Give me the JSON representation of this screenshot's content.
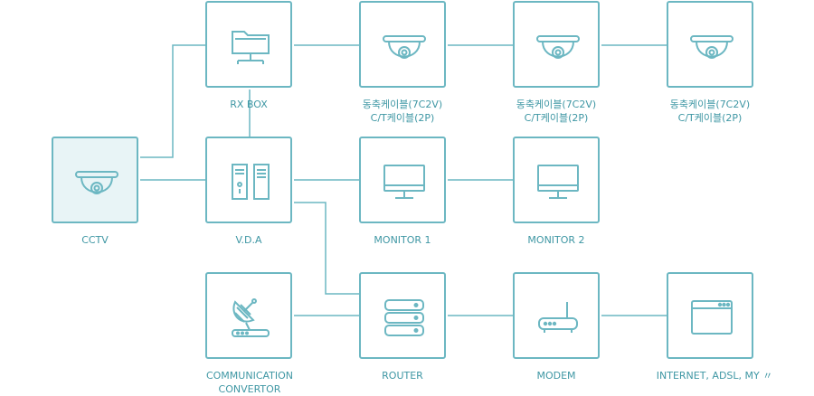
{
  "nodes": {
    "rx_box": {
      "label": "RX BOX"
    },
    "cam1": {
      "line1": "동축케이블(7C2V)",
      "line2": "C/T케이블(2P)"
    },
    "cam2": {
      "line1": "동축케이블(7C2V)",
      "line2": "C/T케이블(2P)"
    },
    "cam3": {
      "line1": "동축케이블(7C2V)",
      "line2": "C/T케이블(2P)"
    },
    "cctv": {
      "label": "CCTV"
    },
    "vda": {
      "label": "V.D.A"
    },
    "monitor1": {
      "label": "MONITOR 1"
    },
    "monitor2": {
      "label": "MONITOR 2"
    },
    "comm": {
      "line1": "COMMUNICATION",
      "line2": "CONVERTOR"
    },
    "router": {
      "label": "ROUTER"
    },
    "modem": {
      "label": "MODEM"
    },
    "internet": {
      "label": "INTERNET, ADSL, MY 〃"
    }
  },
  "colors": {
    "stroke": "#6cb7c2",
    "label": "#3f97a4",
    "highlight_fill": "#e8f4f6"
  },
  "icons": {
    "rx_box": "folder-network-icon",
    "camera": "dome-camera-icon",
    "vda": "computer-tower-icon",
    "monitor": "monitor-icon",
    "comm": "satellite-dish-icon",
    "router": "server-stack-icon",
    "modem": "modem-icon",
    "internet": "browser-window-icon"
  }
}
